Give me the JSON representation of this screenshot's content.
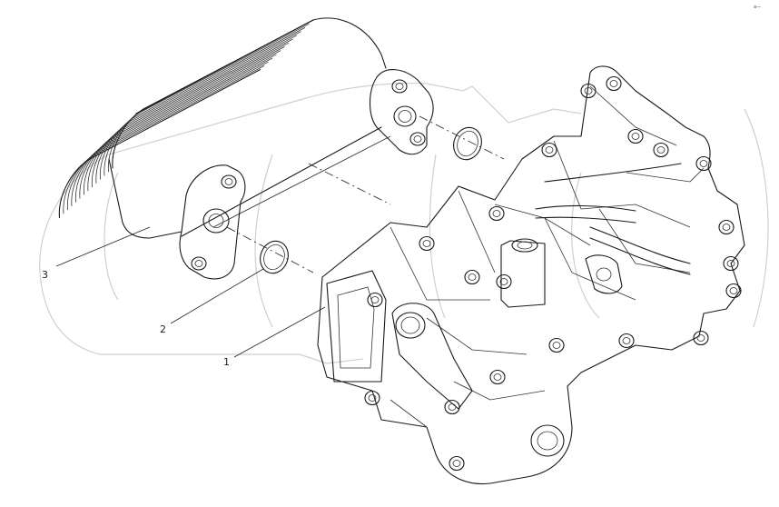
{
  "diagram": {
    "callouts": [
      {
        "id": "part-1",
        "text": "1"
      },
      {
        "id": "part-2",
        "text": "2"
      },
      {
        "id": "part-3",
        "text": "3"
      }
    ],
    "corner_mark": "a—"
  }
}
